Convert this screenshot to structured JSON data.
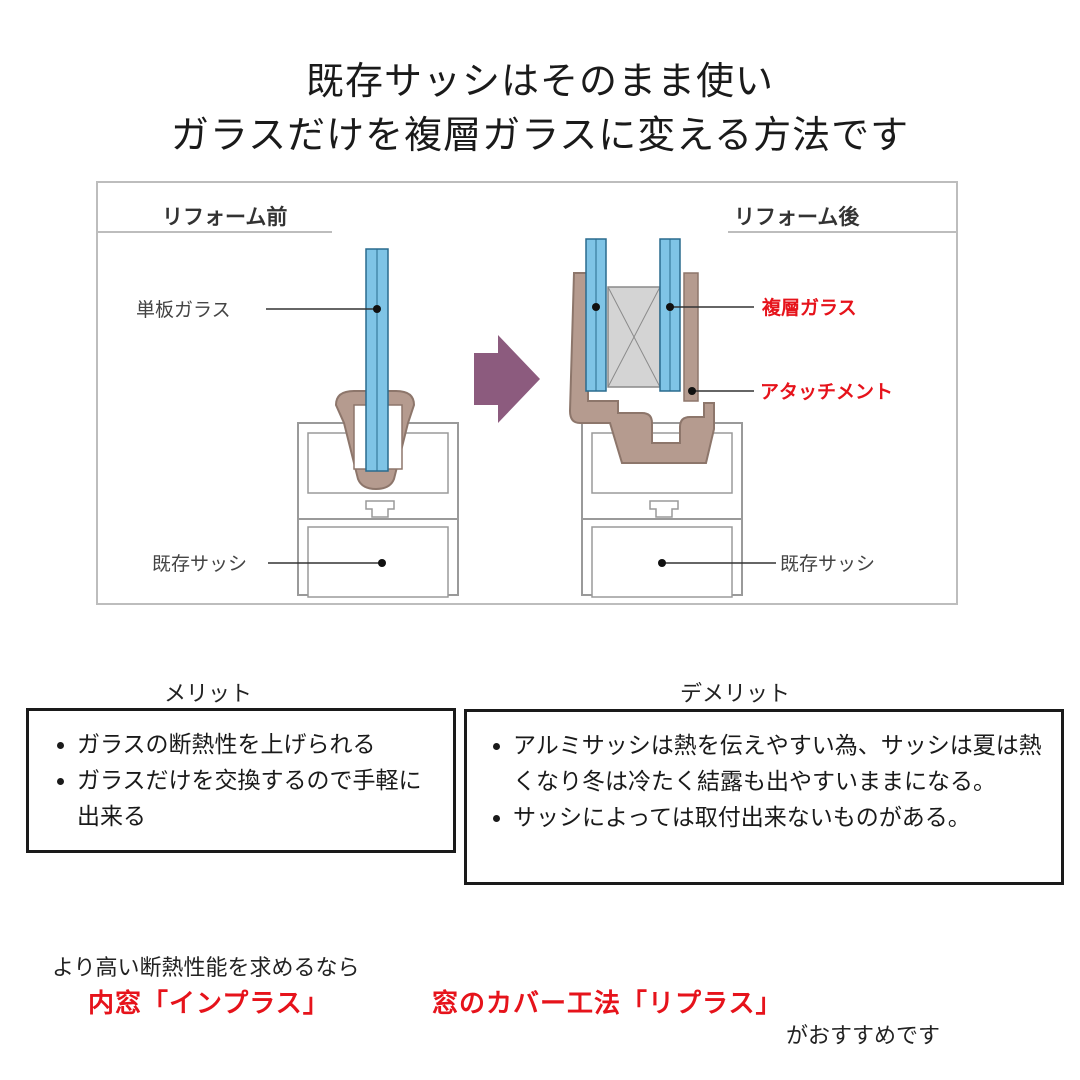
{
  "title": {
    "line1": "既存サッシはそのまま使い",
    "line2": "ガラスだけを複層ガラスに変える方法です"
  },
  "diagram": {
    "before_label": "リフォーム前",
    "after_label": "リフォーム後",
    "single_glass_label": "単板ガラス",
    "existing_sash_left": "既存サッシ",
    "existing_sash_right": "既存サッシ",
    "double_glass_label": "複層ガラス",
    "attachment_label": "アタッチメント",
    "colors": {
      "glass": "#7fc4e6",
      "gasket": "#b59b8f",
      "arrow": "#8c5b7e",
      "callout_red": "#e6131b"
    }
  },
  "merit": {
    "heading": "メリット",
    "items": [
      "ガラスの断熱性を上げられる",
      "ガラスだけを交換するので手軽に出来る"
    ]
  },
  "demerit": {
    "heading": "デメリット",
    "items": [
      "アルミサッシは熱を伝えやすい為、サッシは夏は熱くなり冬は冷たく結露も出やすいままになる。",
      "サッシによっては取付出来ないものがある。"
    ]
  },
  "recommendation": {
    "lead": "より高い断熱性能を求めるなら",
    "option1": "内窓「インプラス」",
    "option2": "窓のカバー工法「リプラス」",
    "tail": "がおすすめです"
  }
}
